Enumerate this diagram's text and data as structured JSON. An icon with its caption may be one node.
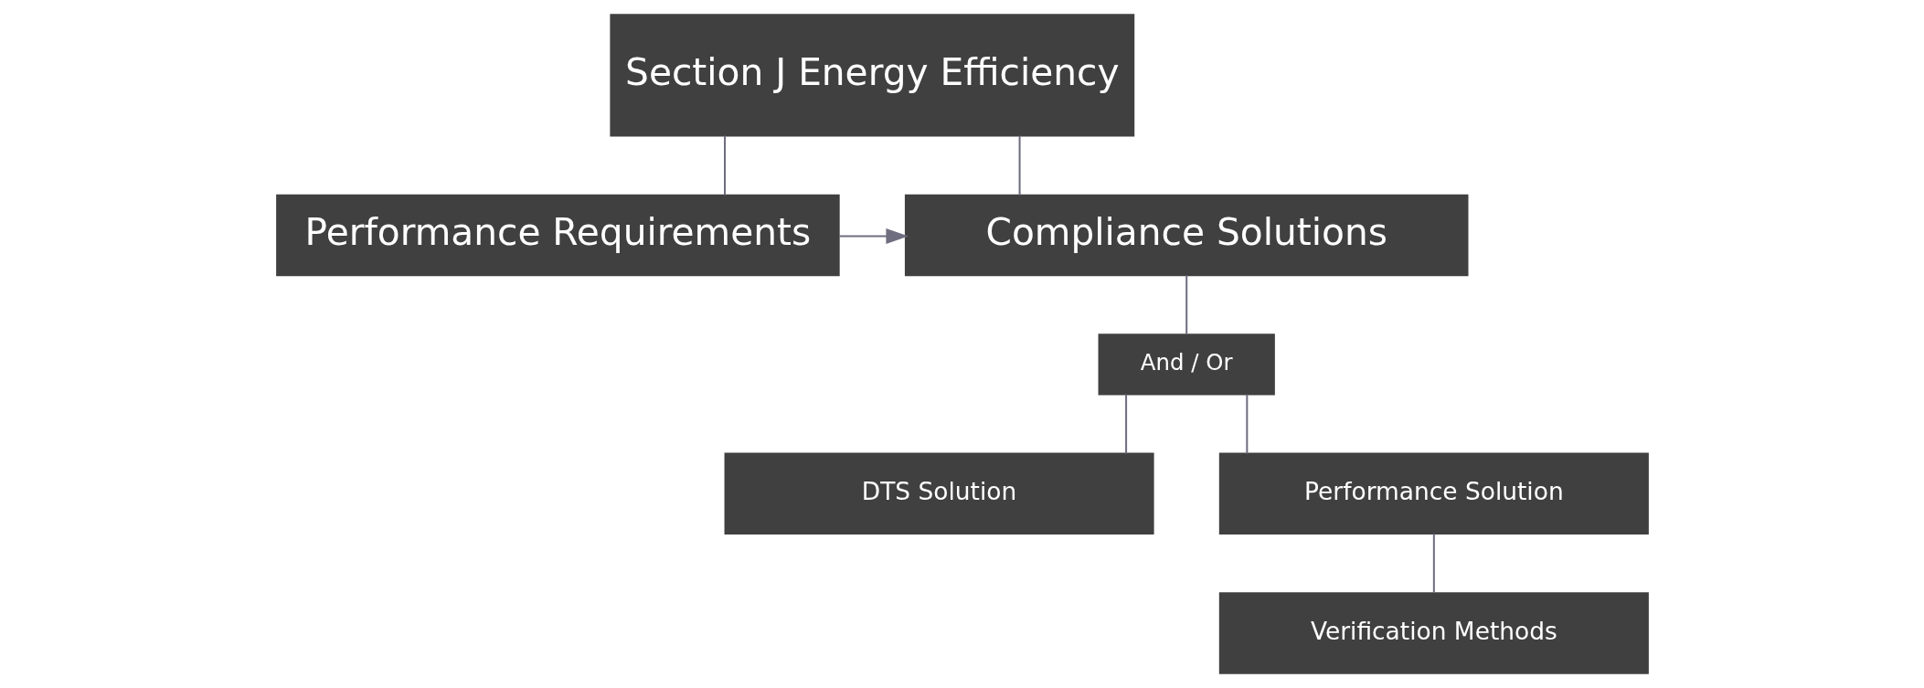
{
  "diagram": {
    "nodes": [
      {
        "text": [
          "Section J Energy Efficiency"
        ]
      },
      {
        "text": [
          "Performance Requirements"
        ]
      },
      {
        "text": [
          "Compliance Solutions"
        ]
      },
      {
        "text": [
          "And / Or"
        ]
      },
      {
        "text": [
          "DTS Solution"
        ]
      },
      {
        "text": [
          "Performance Solution"
        ]
      },
      {
        "text": [
          "Verification Methods"
        ]
      }
    ],
    "edges": [
      {
        "from": 0,
        "to": 1,
        "arrow": "none"
      },
      {
        "from": 0,
        "to": 2,
        "arrow": "none"
      },
      {
        "from": 1,
        "to": 2,
        "arrow": "to"
      },
      {
        "from": 2,
        "to": 3,
        "arrow": "none"
      },
      {
        "from": 3,
        "to": 4,
        "arrow": "none"
      },
      {
        "from": 3,
        "to": 5,
        "arrow": "none"
      },
      {
        "from": 5,
        "to": 6,
        "arrow": "none"
      }
    ]
  }
}
